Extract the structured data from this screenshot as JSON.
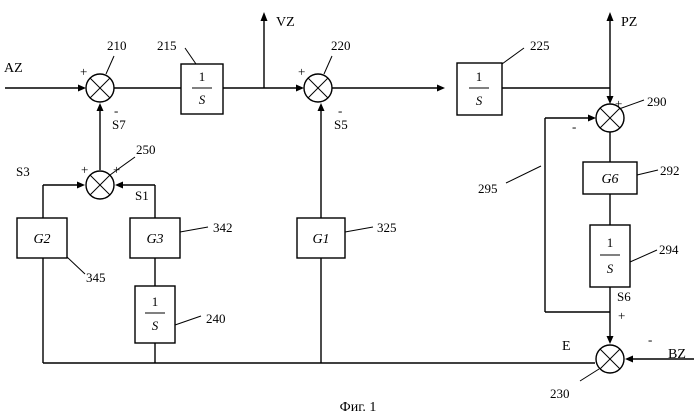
{
  "signals": {
    "az": "AZ",
    "vz": "VZ",
    "pz": "PZ",
    "bz": "BZ",
    "e": "E",
    "s1": "S1",
    "s3": "S3",
    "s5": "S5",
    "s6": "S6",
    "s7": "S7"
  },
  "blocks": {
    "g1": "G1",
    "g2": "G2",
    "g3": "G3",
    "g6": "G6",
    "integrator_numerator": "1",
    "integrator_denominator": "S"
  },
  "refs": {
    "r210": "210",
    "r215": "215",
    "r220": "220",
    "r225": "225",
    "r230": "230",
    "r240": "240",
    "r250": "250",
    "r290": "290",
    "r292": "292",
    "r294": "294",
    "r295": "295",
    "r325": "325",
    "r342": "342",
    "r345": "345"
  },
  "signs": {
    "plus": "+",
    "minus": "-"
  },
  "caption": "Фиг. 1"
}
